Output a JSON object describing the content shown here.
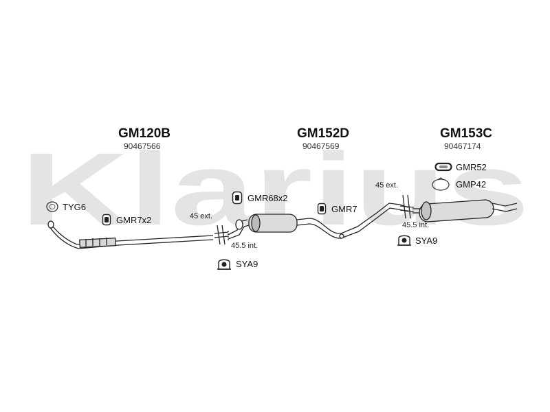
{
  "watermark": "Klarius",
  "sections": [
    {
      "code": "GM120B",
      "oe": "90467566"
    },
    {
      "code": "GM152D",
      "oe": "90467569"
    },
    {
      "code": "GM153C",
      "oe": "90467174"
    }
  ],
  "accessories": {
    "tyg6": "TYG6",
    "gmr7x2": "GMR7x2",
    "gmr68x2": "GMR68x2",
    "gmr7": "GMR7",
    "gmr52": "GMR52",
    "gmp42": "GMP42",
    "sya9_left": "SYA9",
    "sya9_right": "SYA9"
  },
  "dimensions": {
    "ext_left": "45 ext.",
    "int_left": "45.5 int.",
    "ext_right": "45 ext.",
    "int_right": "45.5 int."
  }
}
